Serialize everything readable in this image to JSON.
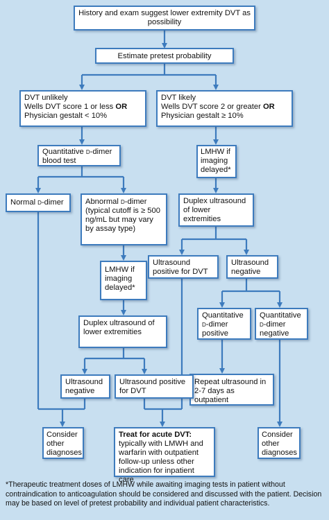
{
  "colors": {
    "background": "#c8dff0",
    "box_fill": "#ffffff",
    "box_border": "#3d7bbd",
    "arrow": "#3d7bbd"
  },
  "nodes": {
    "history": "History and exam suggest lower extremity DVT as possibility",
    "pretest": "Estimate pretest probability",
    "unlikely": {
      "line1": "DVT unlikely",
      "line2_pre": "Wells DVT score 1 or less ",
      "line2_or": "OR",
      "line3": "Physician gestalt < 10%"
    },
    "likely": {
      "line1": "DVT likely",
      "line2_pre": "Wells DVT score 2 or greater ",
      "line2_or": "OR",
      "line3": "Physician gestalt ≥ 10%"
    },
    "quant_dimer": {
      "pre": "Quantitative ",
      "d": "d",
      "post": "-dimer blood test"
    },
    "lmwh_right": "LMHW if imaging delayed*",
    "normal_dimer": {
      "pre": "Normal ",
      "d": "d",
      "post": "-dimer"
    },
    "abnormal_dimer": {
      "pre": "Abnormal ",
      "d": "d",
      "post": "-dimer (typical cutoff is ≥ 500 ng/mL but may vary by assay type)"
    },
    "duplex_right": "Duplex ultrasound of lower extremities",
    "lmwh_left": "LMHW if imaging delayed*",
    "us_pos_mid": "Ultrasound positive for DVT",
    "us_neg_right": "Ultrasound negative",
    "duplex_left": "Duplex ultrasound of lower extremities",
    "qd_pos": {
      "pre": "Quantitative ",
      "d": "d",
      "post": "-dimer positive"
    },
    "qd_neg": {
      "pre": "Quantitative ",
      "d": "d",
      "post": "-dimer negative"
    },
    "repeat_us": "Repeat ultrasound in 2-7 days as outpatient",
    "us_neg_left": "Ultrasound negative",
    "us_pos_left": "Ultrasound positive for DVT",
    "consider_left": "Consider other diagnoses",
    "treat": {
      "title": "Treat for acute DVT:",
      "body": "typically with LMWH and warfarin with outpatient follow-up unless other indication for inpatient care"
    },
    "consider_right": "Consider other diagnoses"
  },
  "footnote": "*Therapeutic treatment doses of LMHW while awaiting imaging tests in patient without contraindication to anticoagulation should be considered and discussed with the patient. Decision may be based on level of pretest probability and individual patient characteristics."
}
